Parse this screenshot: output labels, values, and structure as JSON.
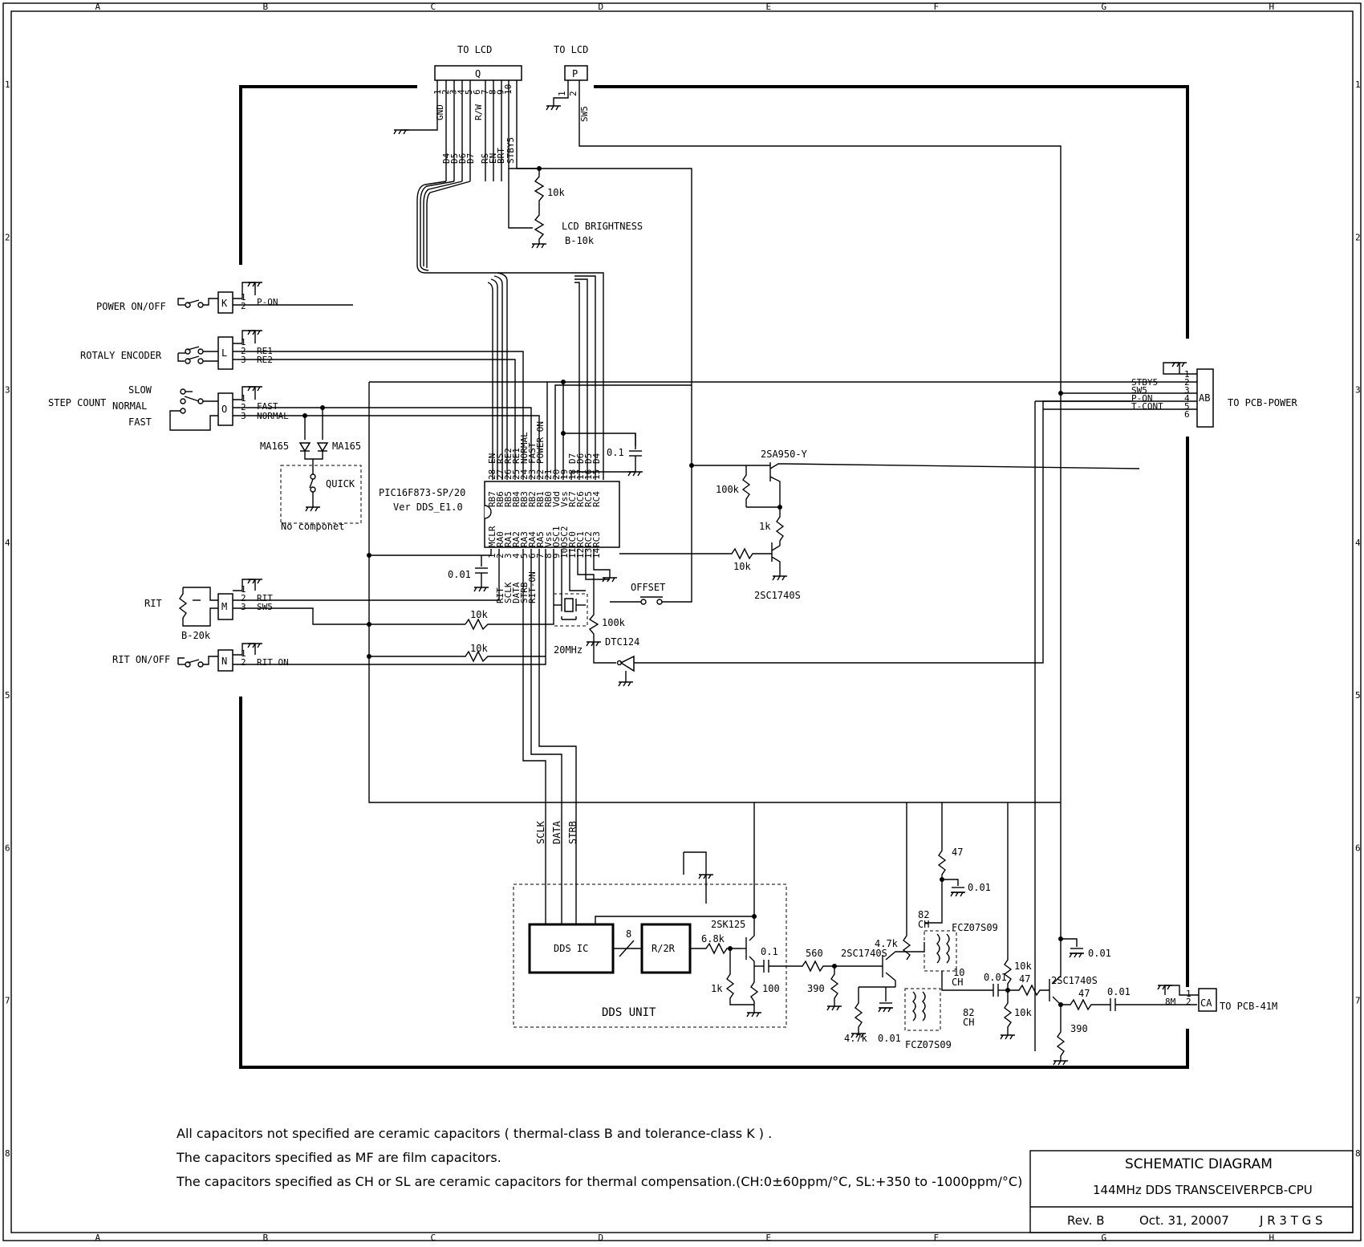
{
  "grid": {
    "columns": [
      "A",
      "B",
      "C",
      "D",
      "E",
      "F",
      "G",
      "H"
    ],
    "rows": [
      "1",
      "2",
      "3",
      "4",
      "5",
      "6",
      "7",
      "8"
    ]
  },
  "connectors": {
    "q": {
      "title": "TO LCD",
      "letter": "Q",
      "pins": [
        "1",
        "2",
        "3",
        "4",
        "5",
        "6",
        "7",
        "8",
        "9",
        "10"
      ],
      "signals": [
        "GND",
        "R/W",
        "D4",
        "D5",
        "D6",
        "D7",
        "RS",
        "EN",
        "BRT",
        "STBY5"
      ]
    },
    "p": {
      "title": "TO LCD",
      "letter": "P",
      "pins": [
        "1",
        "2"
      ],
      "signal": "SW5"
    },
    "k": {
      "name": "POWER ON/OFF",
      "letter": "K",
      "pins": [
        "1",
        "2"
      ],
      "signal": "P-ON"
    },
    "l": {
      "name": "ROTALY ENCODER",
      "letter": "L",
      "pins": [
        "1",
        "2",
        "3"
      ],
      "signals": [
        "RE1",
        "RE2"
      ]
    },
    "o": {
      "name": "STEP COUNT",
      "letter": "O",
      "pins": [
        "1",
        "2",
        "3"
      ],
      "signals": [
        "FAST",
        "NORMAL"
      ],
      "switch_positions": [
        "SLOW",
        "NORMAL",
        "FAST"
      ]
    },
    "m": {
      "name": "RIT",
      "letter": "M",
      "pins": [
        "1",
        "2",
        "3"
      ],
      "signals": [
        "RIT",
        "SW5"
      ],
      "pot": "B-20k"
    },
    "n": {
      "name": "RIT ON/OFF",
      "letter": "N",
      "pins": [
        "1",
        "2"
      ],
      "signal": "RIT ON"
    },
    "ab": {
      "title": "TO PCB-POWER",
      "letter": "AB",
      "pins": [
        "1",
        "2",
        "3",
        "4",
        "5",
        "6"
      ],
      "signals": [
        "STBY5",
        "SW5",
        "P-ON",
        "T-CONT"
      ]
    },
    "ca": {
      "title": "TO PCB-41M",
      "letter": "CA",
      "pins": [
        "1",
        "2"
      ],
      "signal": "8M"
    }
  },
  "mcu": {
    "part": "PIC16F873-SP/20",
    "version": "Ver DDS_E1.0",
    "top_pins": [
      "28",
      "27",
      "26",
      "25",
      "24",
      "23",
      "22",
      "21",
      "20",
      "19",
      "18",
      "17",
      "16",
      "15"
    ],
    "top_names": [
      "RB7",
      "RB6",
      "RB5",
      "RB4",
      "RB3",
      "RB2",
      "RB1",
      "RB0",
      "Vdd",
      "Vss",
      "RC7",
      "RC6",
      "RC5",
      "RC4"
    ],
    "top_signals": [
      "EN",
      "RS",
      "RE2",
      "RE1",
      "NORMAL",
      "FAST",
      "POWER ON",
      "",
      "",
      "",
      "D7",
      "D6",
      "D5",
      "D4"
    ],
    "bottom_pins": [
      "1",
      "2",
      "3",
      "4",
      "5",
      "6",
      "7",
      "8",
      "9",
      "10",
      "11",
      "12",
      "13",
      "14"
    ],
    "bottom_names": [
      "MCLR",
      "RA0",
      "RA1",
      "RA2",
      "RA3",
      "RA4",
      "RA5",
      "Vss",
      "OSC1",
      "OSC2",
      "RC0",
      "RC1",
      "RC2",
      "RC3"
    ],
    "bottom_signals": [
      "",
      "RIT",
      "SCLK",
      "DATA",
      "STRB",
      "RIT-ON",
      "",
      "",
      "",
      "",
      "",
      "",
      "",
      ""
    ]
  },
  "labels": {
    "lcd_brightness": "LCD BRIGHTNESS",
    "pot_brightness": "B-10k",
    "r_10k": "10k",
    "r_100k": "100k",
    "r_1k": "1k",
    "c_01": "0.1",
    "c_001": "0.01",
    "diode": "MA165",
    "quick": "QUICK",
    "no_component": "No componet",
    "q_pnp": "2SA950-Y",
    "q_npn": "2SC1740S",
    "offset": "OFFSET",
    "crystal": "20MHz",
    "dtc": "DTC124",
    "dds_ic": "DDS IC",
    "r2r": "R/2R",
    "dds_unit": "DDS UNIT",
    "bus_width": "8",
    "fet": "2SK125",
    "r_68k": "6.8k",
    "r_100": "100",
    "r_560": "560",
    "r_390": "390",
    "r_47k": "4.7k",
    "r_47": "47",
    "c_82ch": "82",
    "ch": "CH",
    "c_10ch": "10",
    "fcz": "FCZ07S09",
    "sclk": "SCLK",
    "data": "DATA",
    "strb": "STRB"
  },
  "notes": [
    "All capacitors not specified are ceramic capacitors ( thermal-class B and tolerance-class K ) .",
    "The capacitors specified as MF are film capacitors.",
    "The capacitors specified as CH or SL are ceramic capacitors for thermal compensation.(CH:0±60ppm/°C,  SL:+350 to -1000ppm/°C)"
  ],
  "title_block": {
    "title": "SCHEMATIC DIAGRAM",
    "subtitle": "144MHz DDS TRANSCEIVER",
    "board": "PCB-CPU",
    "rev": "Rev. B",
    "date": "Oct. 31, 20007",
    "author": "J R 3 T G S"
  }
}
